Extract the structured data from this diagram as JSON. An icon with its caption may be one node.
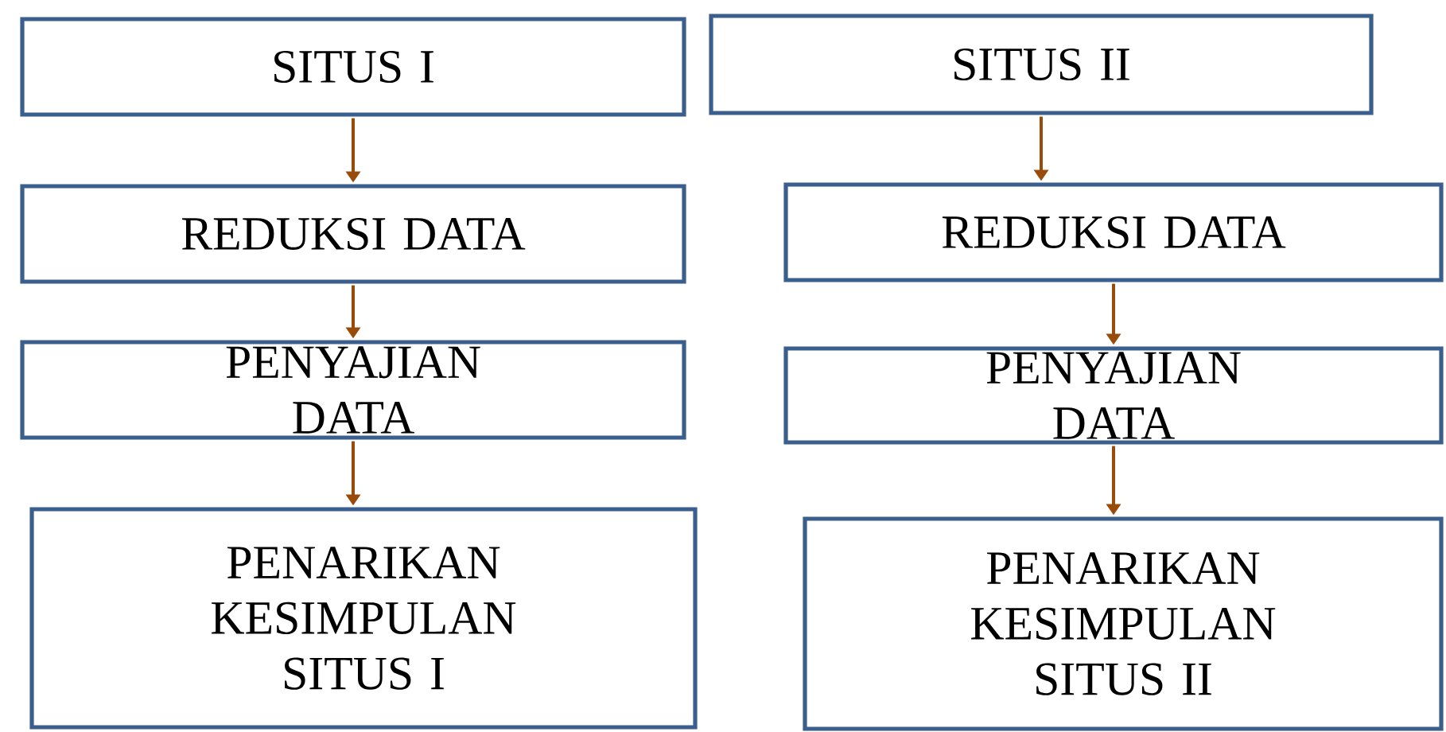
{
  "diagram": {
    "nodes": [
      {
        "text": [
          "SITUS I"
        ]
      },
      {
        "text": [
          "SITUS II"
        ]
      },
      {
        "text": [
          "REDUKSI DATA"
        ]
      },
      {
        "text": [
          "REDUKSI DATA"
        ]
      },
      {
        "text": [
          "PENYAJIAN DATA"
        ]
      },
      {
        "text": [
          "PENYAJIAN DATA"
        ]
      },
      {
        "text": [
          "PENARIKAN KESIMPULAN SITUS I"
        ]
      },
      {
        "text": [
          "PENARIKAN KESIMPULAN SITUS II"
        ]
      }
    ],
    "edges": [
      {
        "from": 0,
        "to": 2,
        "arrow": "to"
      },
      {
        "from": 2,
        "to": 4,
        "arrow": "to"
      },
      {
        "from": 4,
        "to": 6,
        "arrow": "to"
      },
      {
        "from": 1,
        "to": 3,
        "arrow": "to"
      },
      {
        "from": 3,
        "to": 5,
        "arrow": "to"
      },
      {
        "from": 5,
        "to": 7,
        "arrow": "to"
      }
    ]
  }
}
